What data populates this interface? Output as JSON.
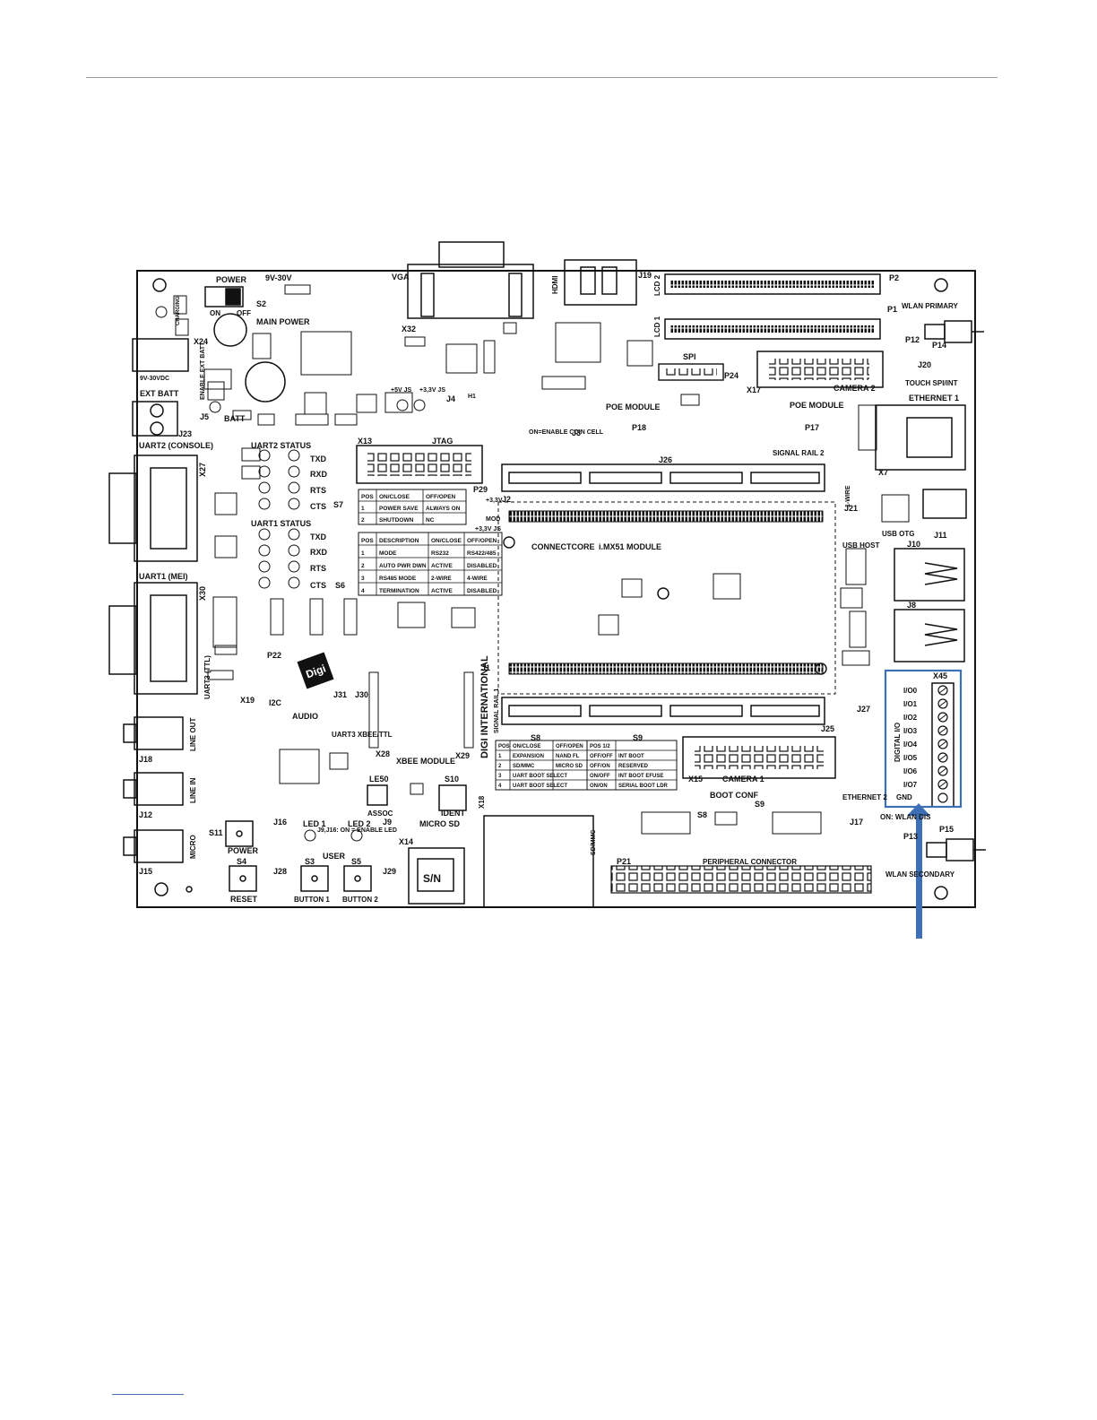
{
  "labels": {
    "power": "POWER",
    "v9_30": "9V-30V",
    "on": "ON",
    "off": "OFF",
    "s2": "S2",
    "main_power": "MAIN POWER",
    "charging": "CHARGING",
    "x24": "X24",
    "enable_ext_batt": "ENABLE EXT BATT",
    "batt": "BATT",
    "vdc": "9V-30VDC",
    "ext_batt": "EXT BATT",
    "j23": "J23",
    "j5": "J5",
    "uart2_console": "UART2 (CONSOLE)",
    "x27": "X27",
    "uart2_status": "UART2 STATUS",
    "uart1_status": "UART1 STATUS",
    "txd": "TXD",
    "rxd": "RXD",
    "rts": "RTS",
    "cts": "CTS",
    "s7": "S7",
    "s6": "S6",
    "uart1_mei": "UART1 (MEI)",
    "x30": "X30",
    "uart3_ttl": "UART3 (TTL)",
    "x19": "X19",
    "p22": "P22",
    "i2c": "I2C",
    "audio": "AUDIO",
    "line_out": "LINE OUT",
    "line_in": "LINE IN",
    "micro": "MICRO",
    "j18": "J18",
    "j12": "J12",
    "j15": "J15",
    "j31": "J31",
    "j30": "J30",
    "uart3_xbee": "UART3 XBEE/TTL",
    "j9_j16": "J9,J16: ON = ENABLE LED",
    "s11": "S11",
    "s4": "S4",
    "reset": "RESET",
    "s3": "S3",
    "s5": "S5",
    "user": "USER",
    "button1": "BUTTON 1",
    "button2": "BUTTON 2",
    "led1": "LED 1",
    "led2": "LED 2",
    "j16": "J16",
    "j28": "J28",
    "j9": "J9",
    "j29": "J29",
    "led50": "LE50",
    "assoc": "ASSOC",
    "s10": "S10",
    "ident": "IDENT",
    "x14": "X14",
    "micro_sd": "MICRO SD",
    "sn": "S/N",
    "x28": "X28",
    "xbee_module": "XBEE MODULE",
    "x29": "X29",
    "digi": "Digi",
    "digi_intl": "DIGI INTERNATIONAL",
    "signal_rail_1": "SIGNAL RAIL 1",
    "j1": "J1",
    "vga": "VGA",
    "x32": "X32",
    "hdmi": "HDMI",
    "j19": "J19",
    "lcd1": "LCD 1",
    "lcd2": "LCD 2",
    "p1": "P1",
    "p2": "P2",
    "spi": "SPI",
    "p24": "P24",
    "x17": "X17",
    "camera2": "CAMERA 2",
    "wlan_primary": "WLAN PRIMARY",
    "p12": "P12",
    "p14": "P14",
    "j20": "J20",
    "touch": "TOUCH SPI/INT",
    "ethernet1": "ETHERNET 1",
    "x7": "X7",
    "js5v": "+5V JS",
    "js33": "+3,3V JS",
    "j4": "J4",
    "h1": "H1",
    "jtag": "JTAG",
    "x13": "X13",
    "coin_cell": "ON=ENABLE COIN CELL",
    "j3": "J3",
    "poe_module": "POE MODULE",
    "p18": "P18",
    "p17": "P17",
    "j26": "J26",
    "signal_rail_2": "SIGNAL RAIL 2",
    "j2": "J2",
    "p29": "P29",
    "mod": "MOD",
    "v33": "+3,3V",
    "v33js": "+3,3V JS",
    "connectcore": "CONNECTCORE",
    "module": "i.MX51 MODULE",
    "onewire": "1-WIRE",
    "j21": "J21",
    "usb_otg": "USB OTG",
    "j11": "J11",
    "usb_host": "USB HOST",
    "j10": "J10",
    "j8": "J8",
    "x45": "X45",
    "digital_io": "DIGITAL I/O",
    "gnd": "GND",
    "j27": "J27",
    "ethernet2": "ETHERNET 2",
    "j25": "J25",
    "x15": "X15",
    "camera1": "CAMERA 1",
    "x18": "X18",
    "sdmmc": "SD/MMC",
    "boot_conf": "BOOT CONF",
    "s8": "S8",
    "s9": "S9",
    "j17": "J17",
    "wlan_dis": "ON: WLAN DIS",
    "p13": "P13",
    "p15": "P15",
    "wlan_secondary": "WLAN SECONDARY",
    "p21": "P21",
    "peripheral": "PERIPHERAL CONNECTOR"
  },
  "io_pins": [
    "I/O0",
    "I/O1",
    "I/O2",
    "I/O3",
    "I/O4",
    "I/O5",
    "I/O6",
    "I/O7"
  ],
  "table_s7": [
    [
      "POS",
      "ON/CLOSE",
      "OFF/OPEN"
    ],
    [
      "1",
      "POWER SAVE",
      "ALWAYS ON"
    ],
    [
      "2",
      "SHUTDOWN",
      "NC"
    ]
  ],
  "table_s6": [
    [
      "POS",
      "DESCRIPTION",
      "ON/CLOSE",
      "OFF/OPEN"
    ],
    [
      "1",
      "MODE",
      "RS232",
      "RS422/485"
    ],
    [
      "2",
      "AUTO PWR DWN",
      "ACTIVE",
      "DISABLED"
    ],
    [
      "3",
      "RS485 MODE",
      "2-WIRE",
      "4-WIRE"
    ],
    [
      "4",
      "TERMINATION",
      "ACTIVE",
      "DISABLED"
    ]
  ],
  "table_s8": [
    [
      "POS",
      "ON/CLOSE",
      "OFF/OPEN"
    ],
    [
      "1",
      "EXPANSION",
      "NAND FL"
    ],
    [
      "2",
      "SD/MMC",
      "MICRO SD"
    ],
    [
      "3",
      "UART BOOT SELECT",
      ""
    ],
    [
      "4",
      "UART BOOT SELECT",
      ""
    ]
  ],
  "table_s9": [
    [
      "POS 1/2",
      ""
    ],
    [
      "OFF/OFF",
      "INT BOOT"
    ],
    [
      "OFF/ON",
      "RESERVED"
    ],
    [
      "ON/OFF",
      "INT BOOT EFUSE"
    ],
    [
      "ON/ON",
      "SERIAL BOOT LDR"
    ]
  ],
  "colors": {
    "highlight": "#3d6fb6",
    "arrow": "#3d6fb6",
    "ink": "#111111",
    "footer_rule": "#4a6fb5"
  }
}
